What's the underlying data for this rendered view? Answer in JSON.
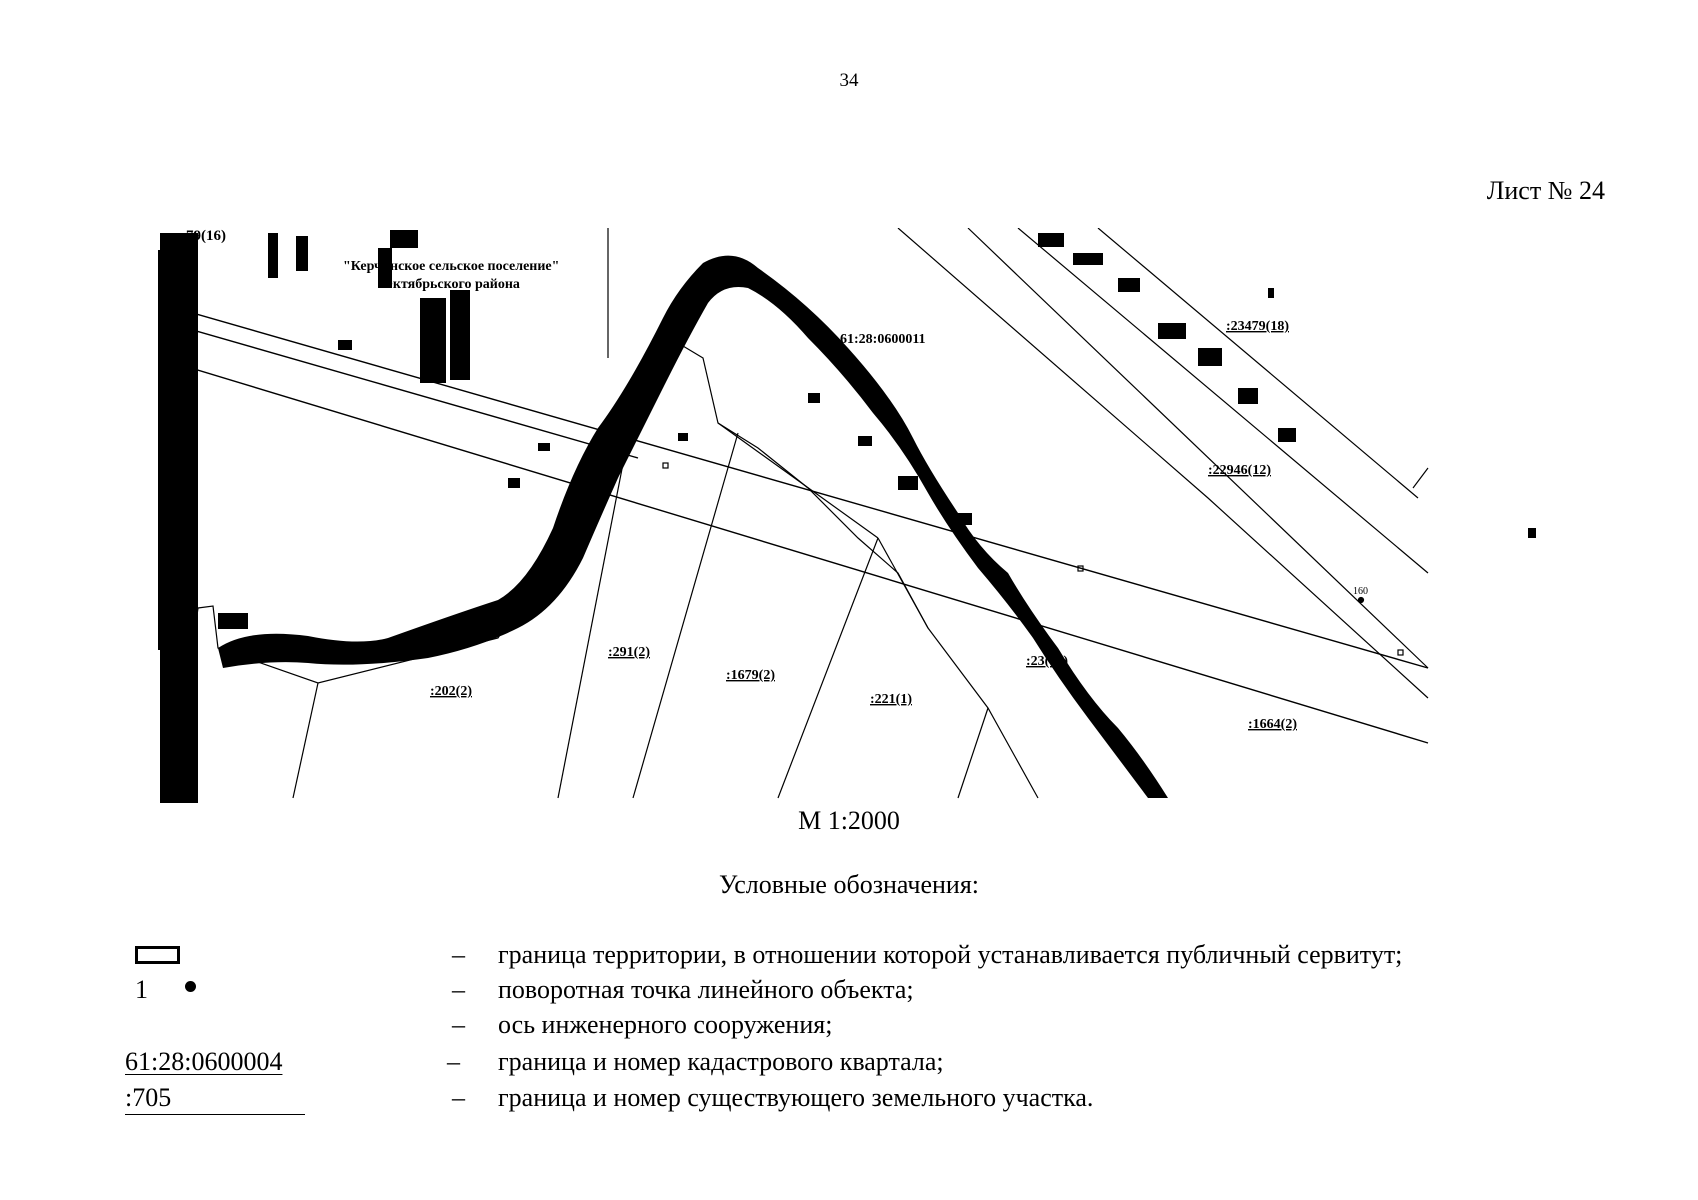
{
  "page": {
    "number": "34",
    "sheet": "Лист № 24",
    "scale": "М 1:2000"
  },
  "map": {
    "settlement_label_line1": "\"Керчинское сельское поселение\"",
    "settlement_label_line2": "Октябрьского района",
    "quarter_label": "61:28:0600011",
    "point_label": "160",
    "parcels": {
      "p_79_16": "79(16)",
      "p_23479_18": ":23479(18)",
      "p_22946_12": ":22946(12)",
      "p_291_2": ":291(2)",
      "p_1679_2": ":1679(2)",
      "p_202_2": ":202(2)",
      "p_221_1": ":221(1)",
      "p_23_10": ":23(10)",
      "p_1664_2": ":1664(2)"
    }
  },
  "legend": {
    "title": "Условные обозначения:",
    "dash": "–",
    "items": [
      {
        "symbol": "",
        "text": "граница территории, в отношении которой устанавливается публичный сервитут;"
      },
      {
        "symbol": "1",
        "text": "поворотная точка линейного объекта;"
      },
      {
        "symbol": "",
        "text": "ось инженерного сооружения;"
      },
      {
        "symbol": "61:28:0600004",
        "text": "граница и номер кадастрового квартала;"
      },
      {
        "symbol": ":705",
        "text": "граница и номер существующего земельного участка."
      }
    ]
  }
}
